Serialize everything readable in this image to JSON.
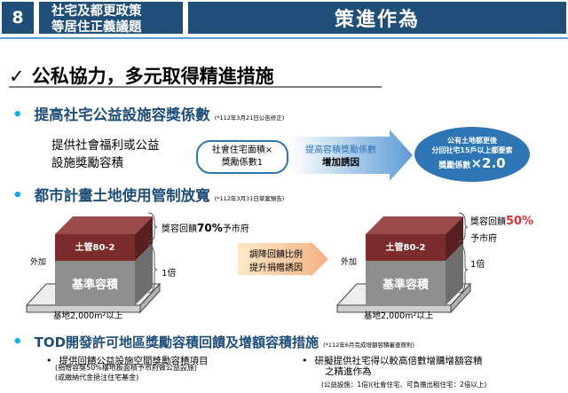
{
  "header": {
    "number": "8",
    "topic_line1": "社宅及都更政策",
    "topic_line2": "等居住正義議題",
    "title": "策進作為"
  },
  "main": {
    "check": "✓",
    "title": "公私協力，多元取得精進措施"
  },
  "section1": {
    "title": "提高社宅公益設施容獎係數",
    "note": "(*112年3月21日公告修正)",
    "left_line1": "提供社會福利或公益",
    "left_line2": "設施獎勵容積",
    "pill_line1": "社會住宅面積×",
    "pill_line2": "獎勵係數1",
    "arrow_line1": "提高容積獎勵係數",
    "arrow_line2": "增加誘因",
    "circle_line1": "公有土地都更後",
    "circle_line2": "分回社宅15戶以上都要索",
    "circle_line3_prefix": "獎勵係數",
    "circle_line3_value": "×2.0"
  },
  "section2": {
    "title": "都市計畫土地使用管制放寬",
    "note": "(*112年3月31日草案預告)",
    "left": {
      "outside_label": "外加",
      "top_block": "土管80-2",
      "base_block": "基準容積",
      "callout_prefix": "獎容回饋",
      "callout_value": "70%",
      "callout_suffix": "予市府",
      "ratio": "1倍",
      "base_label": "基地2,000m²以上"
    },
    "middle_arrow_line1": "調降回饋比例",
    "middle_arrow_line2": "提升捐贈誘因",
    "right": {
      "outside_label": "外加",
      "top_block": "土管80-2",
      "base_block": "基準容積",
      "callout_prefix": "獎容回饋",
      "callout_value": "50%",
      "callout_suffix": "予市府",
      "ratio": "1倍",
      "base_label": "基地2,000m²以上"
    }
  },
  "section3": {
    "title": "TOD開發許可地區獎勵容積回饋及增額容積措施",
    "note": "(*112年6月完成增額容積審查原則)",
    "left_item": "提供回饋公益設施空間獎勵容積項目",
    "left_sub1": "(捐贈容獎50%樓地板面積予市府做公益設施)",
    "left_sub2": "(或繳納代金挹注住宅基金)",
    "right_item_line1": "研擬提供社宅得以較高倍數增購增額容積",
    "right_item_line2": "之精進作為",
    "right_sub": "(公益設施：1倍)(社會住宅、可負擔出租住宅：2倍以上)"
  },
  "colors": {
    "header_bg": "#1f4e79",
    "accent_blue": "#2e75b6",
    "bullet_cyan": "#00b0f0",
    "block_red": "#7b2c2c",
    "block_gray": "#8e8e8e",
    "highlight_red": "#e03131"
  }
}
